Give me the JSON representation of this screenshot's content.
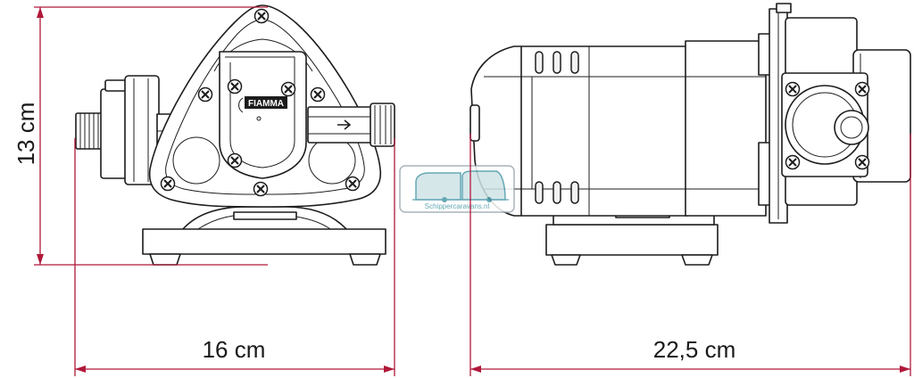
{
  "dimensions": {
    "height_label": "13 cm",
    "front_width_label": "16 cm",
    "side_length_label": "22,5 cm"
  },
  "brand_plate": {
    "text": "FIAMMA"
  },
  "watermark": {
    "text": "Schippercaravans.nl"
  },
  "colors": {
    "dimension_line": "#b0183a",
    "drawing_line": "#1c1c1c",
    "watermark_accent": "#4a9aa8"
  }
}
